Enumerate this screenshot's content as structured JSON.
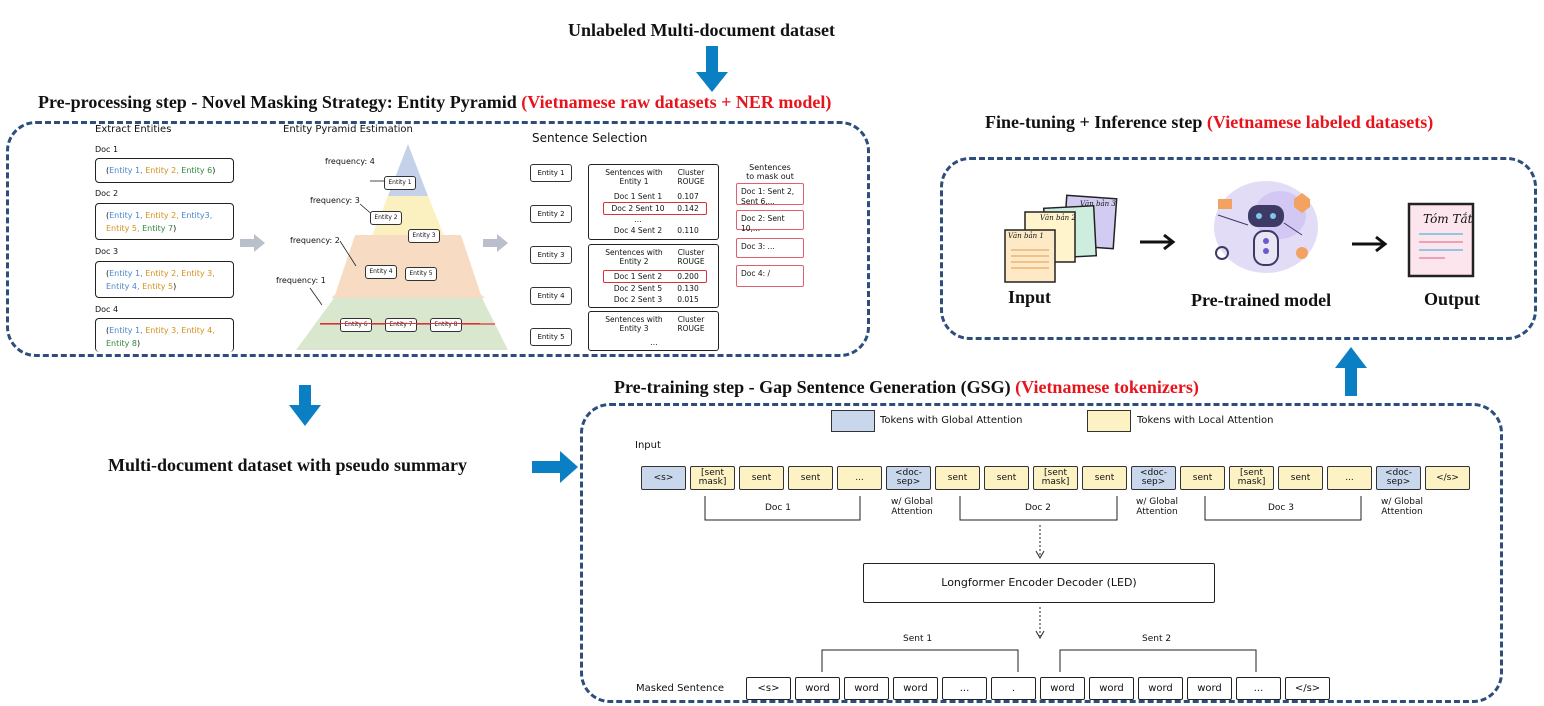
{
  "top_title": "Unlabeled Multi-document dataset",
  "preprocess": {
    "title": "Pre-processing step - Novel Masking Strategy: Entity Pyramid",
    "title_red": "(Vietnamese raw datasets + NER model)",
    "extract_title": "Extract Entities",
    "pyramid_title": "Entity Pyramid Estimation",
    "selection_title": "Sentence Selection",
    "docs": [
      {
        "label": "Doc 1",
        "entities": [
          "Entity 1,",
          "Entity 2,",
          "Entity 6"
        ]
      },
      {
        "label": "Doc 2",
        "entities": [
          "Entity 1,",
          "Entity 2,",
          "Entity3,",
          "Entity 5,",
          "Entity 7"
        ]
      },
      {
        "label": "Doc 3",
        "entities": [
          "Entity 1,",
          "Entity 2,",
          "Entity 3,",
          "Entity 4,",
          "Entity 5"
        ]
      },
      {
        "label": "Doc 4",
        "entities": [
          "Entity 1,",
          "Entity 3,",
          "Entity 4,",
          "Entity 8"
        ]
      }
    ],
    "pyramid": {
      "freq": [
        "frequency: 4",
        "frequency: 3",
        "frequency: 2",
        "frequency: 1"
      ],
      "entities": [
        "Entity 1",
        "Entity 2",
        "Entity 3",
        "Entity 4",
        "Entity 5",
        "Entity 6",
        "Entity 7",
        "Entity 8"
      ]
    },
    "entity_buttons": [
      "Entity 1",
      "Entity 2",
      "Entity 3",
      "Entity 4",
      "Entity 5"
    ],
    "tables": [
      {
        "h1": "Sentences with Entity 1",
        "h2": "Cluster ROUGE",
        "rows": [
          [
            "Doc 1 Sent 1",
            "0.107"
          ],
          [
            "Doc 2 Sent 10",
            "0.142"
          ],
          [
            "...",
            ""
          ],
          [
            "Doc 4 Sent 2",
            "0.110"
          ]
        ]
      },
      {
        "h1": "Sentences with Entity 2",
        "h2": "Cluster ROUGE",
        "rows": [
          [
            "Doc 1 Sent 2",
            "0.200"
          ],
          [
            "Doc 2 Sent 5",
            "0.130"
          ],
          [
            "Doc 2 Sent 3",
            "0.015"
          ]
        ]
      },
      {
        "h1": "Sentences with Entity 3",
        "h2": "Cluster ROUGE",
        "rows": [
          [
            "...",
            ""
          ]
        ]
      }
    ],
    "mask_title": "Sentences to mask out",
    "mask_out": [
      "Doc 1: Sent 2, Sent 6,...",
      "Doc 2: Sent 10,...",
      "Doc 3: ...",
      "Doc 4: /"
    ]
  },
  "finetune": {
    "title": "Fine-tuning + Inference step",
    "title_red": "(Vietnamese labeled datasets)",
    "input": "Input",
    "model": "Pre-trained model",
    "output": "Output",
    "doc_labels": [
      "Văn bản 1",
      "Văn bản 2",
      "Văn bản 3"
    ],
    "summary_label": "Tóm Tắt"
  },
  "middle_label": "Multi-document dataset with pseudo summary",
  "pretrain": {
    "title": "Pre-training step - Gap Sentence Generation (GSG)",
    "title_red": "(Vietnamese tokenizers)",
    "legend_global": "Tokens with Global Attention",
    "legend_local": "Tokens with Local Attention",
    "input_label": "Input",
    "tokens": [
      "<s>",
      "[sent mask]",
      "sent",
      "sent",
      "...",
      "<doc-sep>",
      "sent",
      "sent",
      "[sent mask]",
      "sent",
      "<doc-sep>",
      "sent",
      "[sent mask]",
      "sent",
      "...",
      "<doc-sep>",
      "</s>"
    ],
    "doc_labels": [
      "Doc 1",
      "Doc 2",
      "Doc 3"
    ],
    "global_note": "w/ Global Attention",
    "led": "Longformer Encoder Decoder (LED)",
    "sent_labels": [
      "Sent 1",
      "Sent 2"
    ],
    "masked_label": "Masked Sentence",
    "out_tokens": [
      "<s>",
      "word",
      "word",
      "word",
      "...",
      ".",
      "word",
      "word",
      "word",
      "word",
      "...",
      "</s>"
    ]
  },
  "colors": {
    "accent_blue": "#0b7fc4",
    "border": "#2d4d7c",
    "red": "#e8141c",
    "global": "#c8d7eb",
    "local": "#fdf2c4"
  }
}
